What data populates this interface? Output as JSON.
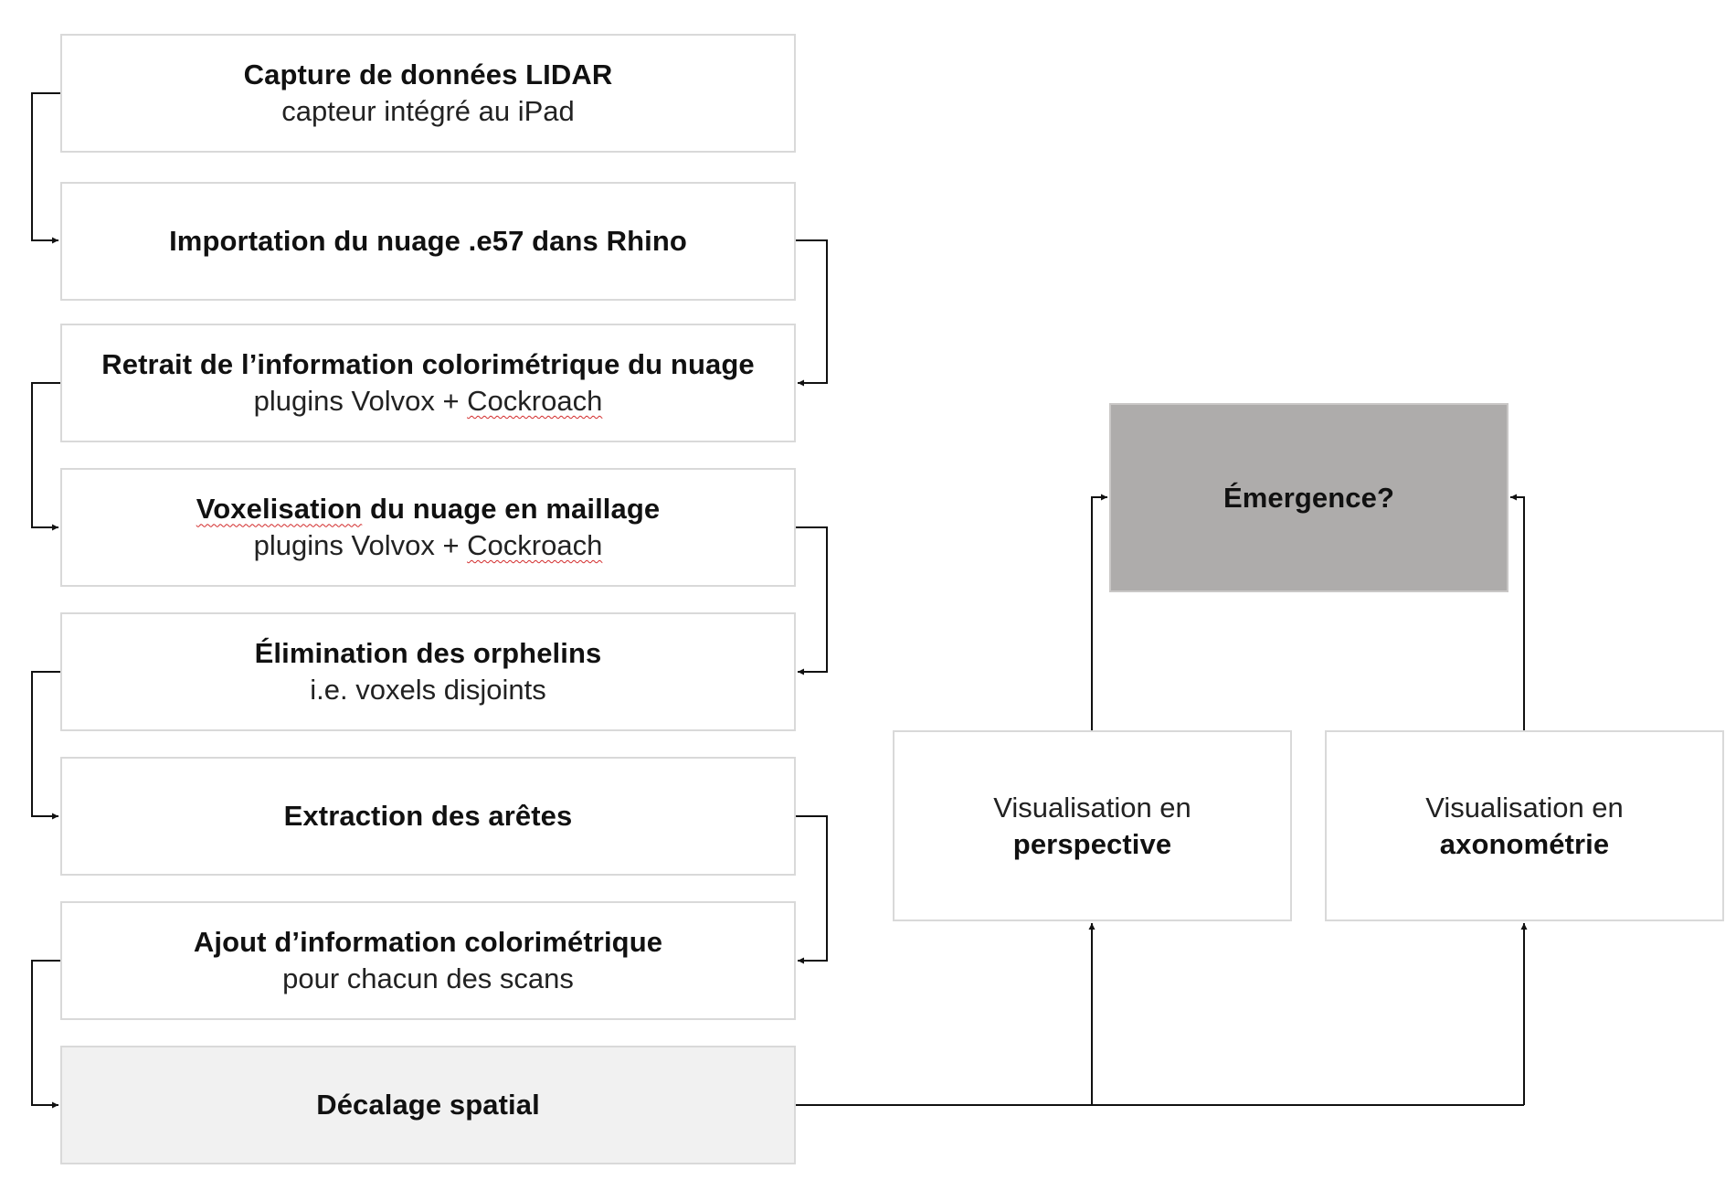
{
  "steps": [
    {
      "title": "Capture de données LIDAR",
      "subtitle": "capteur intégré au iPad"
    },
    {
      "title": "Importation du nuage .e57 dans Rhino",
      "subtitle": ""
    },
    {
      "title": "Retrait de l’information colorimétrique du nuage",
      "subtitle_prefix": "plugins Volvox + ",
      "subtitle_flagged": "Cockroach"
    },
    {
      "title_flagged": "Voxelisation",
      "title_rest": " du nuage en maillage",
      "subtitle_prefix": "plugins Volvox + ",
      "subtitle_flagged": "Cockroach"
    },
    {
      "title": "Élimination des orphelins",
      "subtitle": "i.e. voxels disjoints"
    },
    {
      "title": "Extraction des arêtes",
      "subtitle": ""
    },
    {
      "title": "Ajout d’information colorimétrique",
      "subtitle": "pour chacun des scans"
    },
    {
      "title": "Décalage spatial",
      "subtitle": ""
    }
  ],
  "outputs": {
    "perspective": {
      "line1": "Visualisation en",
      "line2": "perspective"
    },
    "axonometrie": {
      "line1": "Visualisation en",
      "line2": "axonométrie"
    }
  },
  "emergence": {
    "label": "Émergence?"
  },
  "colors": {
    "box_border": "#d9d9d9",
    "highlight_light": "#f1f1f1",
    "highlight_dark": "#aeacab",
    "connector": "#111111",
    "spellcheck": "#d22a2a"
  }
}
